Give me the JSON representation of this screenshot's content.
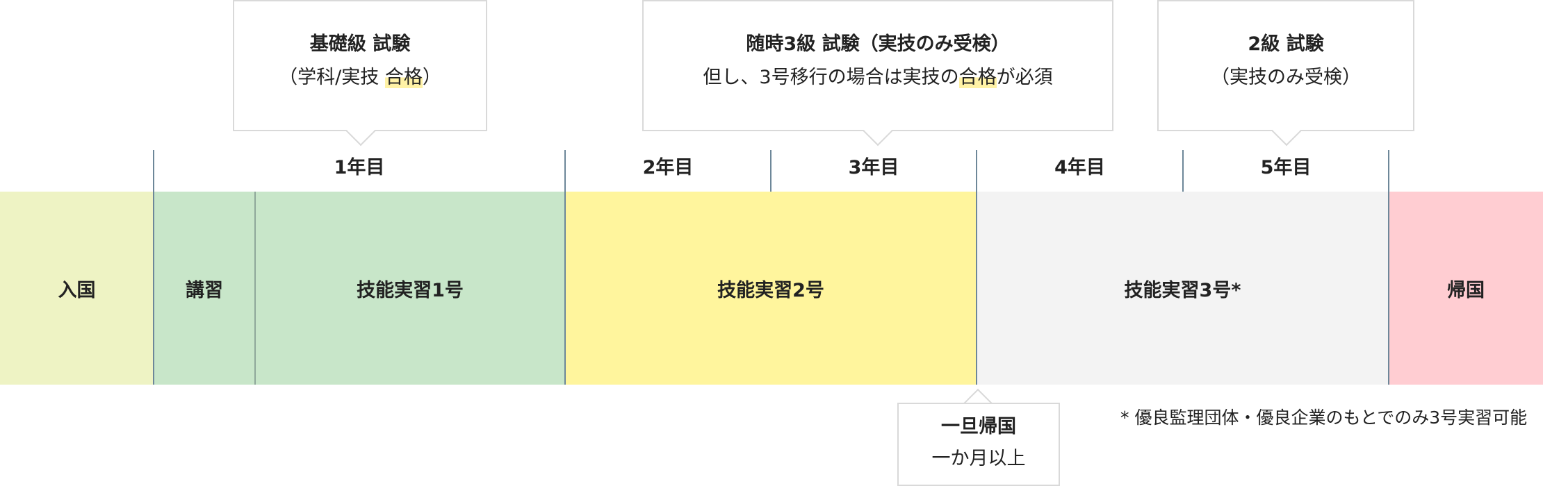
{
  "callouts": {
    "basic": {
      "line1": "基礎級 試験",
      "line2_pre": "（学科/実技 ",
      "line2_hl": "合格",
      "line2_post": "）"
    },
    "grade3": {
      "line1": "随時3級 試験（実技のみ受検）",
      "line2_pre": "但し、3号移行の場合は実技の",
      "line2_hl": "合格",
      "line2_post": "が必須"
    },
    "grade2": {
      "line1": "2級 試験",
      "line2": "（実技のみ受検）"
    },
    "return": {
      "line1": "一旦帰国",
      "line2": "一か月以上"
    }
  },
  "years": [
    "1年目",
    "2年目",
    "3年目",
    "4年目",
    "5年目"
  ],
  "segments": {
    "entry": {
      "label": "入国",
      "color": "#eef3c4"
    },
    "training": {
      "label": "講習",
      "color": "#c8e6c9"
    },
    "intern1": {
      "label": "技能実習1号",
      "color": "#c8e6c9"
    },
    "intern2": {
      "label": "技能実習2号",
      "color": "#fff59d"
    },
    "intern3": {
      "label": "技能実習3号*",
      "color": "#f3f3f3"
    },
    "home": {
      "label": "帰国",
      "color": "#ffcdd2"
    }
  },
  "footnote": "* 優良監理団体・優良企業のもとでのみ3号実習可能"
}
